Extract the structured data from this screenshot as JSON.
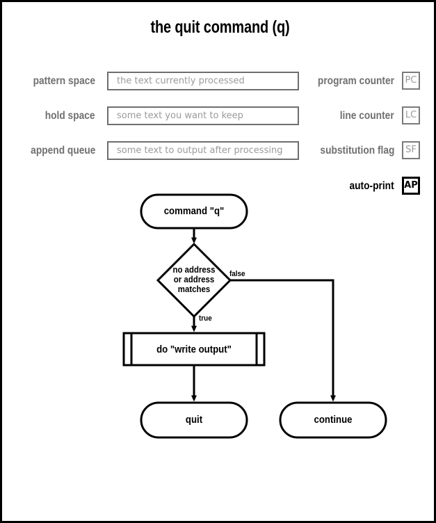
{
  "page": {
    "title": "the quit command (q)",
    "border_color": "#000000",
    "background": "#ffffff"
  },
  "registers": {
    "left_fields": [
      {
        "label": "pattern space",
        "placeholder": "the text currently processed",
        "name": "pattern-space"
      },
      {
        "label": "hold space",
        "placeholder": "some text you want to keep",
        "name": "hold-space"
      },
      {
        "label": "append queue",
        "placeholder": "some text to output after processing",
        "name": "append-queue"
      }
    ],
    "right_fields": [
      {
        "label": "program counter",
        "abbr": "PC",
        "active": false,
        "name": "program-counter"
      },
      {
        "label": "line counter",
        "abbr": "LC",
        "active": false,
        "name": "line-counter"
      },
      {
        "label": "substitution flag",
        "abbr": "SF",
        "active": false,
        "name": "substitution-flag"
      },
      {
        "label": "auto-print",
        "abbr": "AP",
        "active": true,
        "name": "auto-print"
      }
    ],
    "label_color_inactive": "#707070",
    "label_color_active": "#000000",
    "placeholder_color": "#9a9a9a",
    "box_border_color": "#6e6e6e"
  },
  "flowchart": {
    "nodes": {
      "start": {
        "label": "command \"q\"",
        "shape": "rounded-rect"
      },
      "decision": {
        "line1": "no address",
        "line2": "or address",
        "line3": "matches",
        "shape": "diamond"
      },
      "action": {
        "label": "do \"write output\"",
        "shape": "subroutine"
      },
      "end_true": {
        "label": "quit",
        "shape": "rounded-rect"
      },
      "end_false": {
        "label": "continue",
        "shape": "rounded-rect"
      }
    },
    "edges": [
      {
        "from": "start",
        "to": "decision",
        "label": ""
      },
      {
        "from": "decision",
        "to": "action",
        "label": "true"
      },
      {
        "from": "decision",
        "to": "end_false",
        "label": "false"
      },
      {
        "from": "action",
        "to": "end_true",
        "label": ""
      }
    ],
    "edge_labels": {
      "true": "true",
      "false": "false"
    },
    "stroke_color": "#000000"
  }
}
